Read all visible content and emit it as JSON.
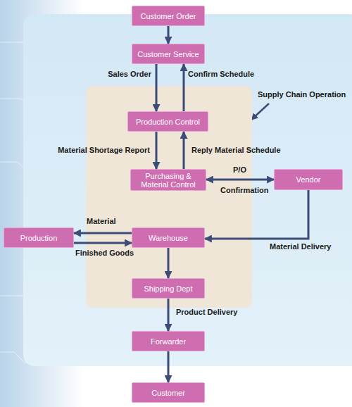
{
  "diagram": {
    "nodes": [
      {
        "text": [
          "Customer Order"
        ]
      },
      {
        "text": [
          "Customer Service"
        ]
      },
      {
        "text": [
          "Supply Chain Operation"
        ]
      },
      {
        "text": [
          "Production Control"
        ],
        "in": 2
      },
      {
        "text": [
          "Purchasing & Material Control"
        ],
        "in": 2
      },
      {
        "text": [
          "Vendor"
        ]
      },
      {
        "text": [
          "Production"
        ]
      },
      {
        "text": [
          "Warehouse"
        ],
        "in": 2
      },
      {
        "text": [
          "Shipping Dept"
        ],
        "in": 2
      },
      {
        "text": [
          "Forwarder"
        ]
      },
      {
        "text": [
          "Customer"
        ]
      }
    ],
    "edges": [
      {
        "from": 0,
        "to": 1,
        "arrow": "to"
      },
      {
        "from": 1,
        "to": 3,
        "label": "Sales Order",
        "arrow": "to"
      },
      {
        "from": 3,
        "to": 1,
        "label": "Confirm Schedule",
        "arrow": "to"
      },
      {
        "from": 3,
        "to": 4,
        "label": "Material Shortage Report",
        "arrow": "to"
      },
      {
        "from": 4,
        "to": 3,
        "label": "Reply Material Schedule",
        "arrow": "to"
      },
      {
        "from": 4,
        "to": 5,
        "label": "P/O",
        "arrow": "both"
      },
      {
        "from": 7,
        "to": 6,
        "label": "Material",
        "arrow": "to"
      },
      {
        "from": 6,
        "to": 7,
        "label": "Finished Goods",
        "arrow": "to"
      },
      {
        "from": 5,
        "to": 7,
        "label": "Material Delivery",
        "arrow": "to"
      },
      {
        "from": 7,
        "to": 8,
        "arrow": "to"
      },
      {
        "from": 8,
        "to": 9,
        "label": "Product Delivery",
        "arrow": "to"
      },
      {
        "from": 9,
        "to": 10,
        "arrow": "to"
      }
    ],
    "labels": [
      "Confirmation"
    ]
  }
}
